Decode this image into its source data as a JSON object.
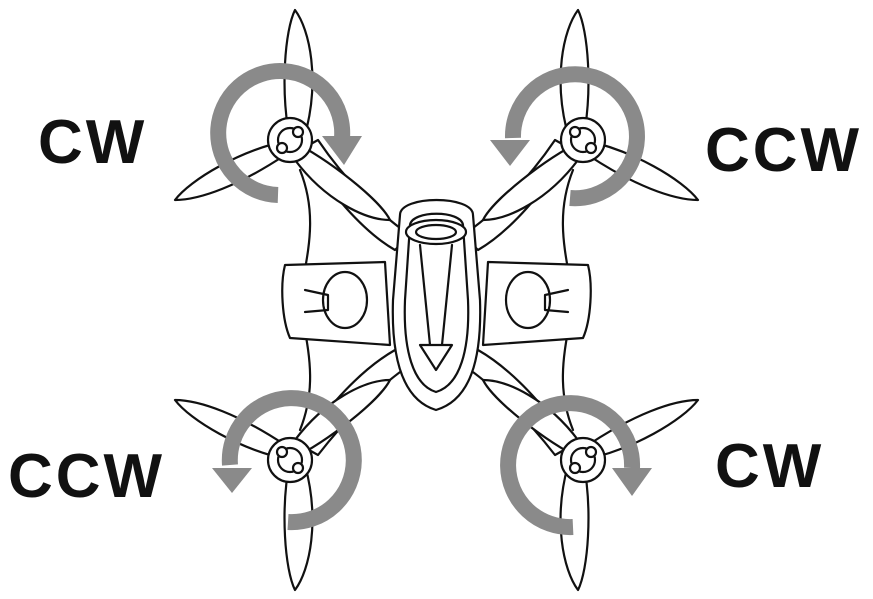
{
  "diagram": {
    "rotors": [
      {
        "id": "front-left",
        "direction": "CW",
        "label": "CW",
        "arrow_color": "#8a8a8a"
      },
      {
        "id": "front-right",
        "direction": "CCW",
        "label": "CCW",
        "arrow_color": "#8a8a8a"
      },
      {
        "id": "rear-left",
        "direction": "CCW",
        "label": "CCW",
        "arrow_color": "#8a8a8a"
      },
      {
        "id": "rear-right",
        "direction": "CW",
        "label": "CW",
        "arrow_color": "#8a8a8a"
      }
    ],
    "colors": {
      "line": "#111111",
      "arrow": "#8a8a8a",
      "background": "#ffffff"
    }
  }
}
